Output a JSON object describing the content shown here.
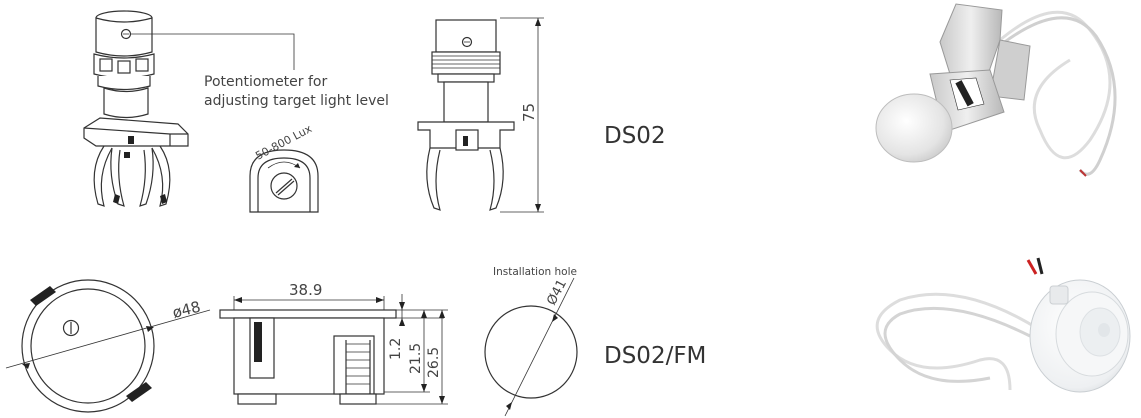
{
  "annotations": {
    "potentiometer_line1": "Potentiometer for",
    "potentiometer_line2": "adjusting target light level",
    "lux_range": "50-800 Lux",
    "installation_hole": "Installation hole"
  },
  "models": {
    "top": "DS02",
    "bottom": "DS02/FM"
  },
  "dimensions": {
    "height_75": "75",
    "width_38_9": "38.9",
    "diameter_48": "ø48",
    "diameter_41": "Ø41",
    "depth_1_2": "1.2",
    "depth_21_5": "21.5",
    "depth_26_5": "26.5"
  },
  "photos": {
    "ds02_label": "DS02 product photo",
    "ds02fm_label": "DS02/FM product photo"
  }
}
